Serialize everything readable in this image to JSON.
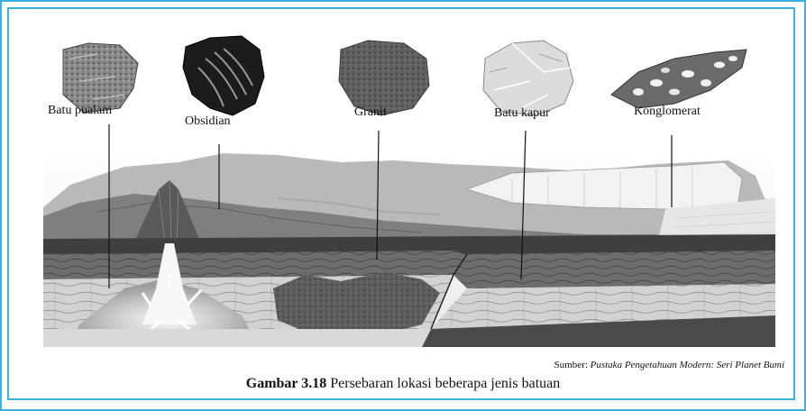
{
  "figure": {
    "labels": {
      "batu_pualam": "Batu pualam",
      "obsidian": "Obsidian",
      "granit": "Granit",
      "batu_kapur": "Batu kapur",
      "konglomerat": "Konglomerat"
    },
    "source_prefix": "Sumber:",
    "source_title": "Pustaka Pengetahuan Modern: Seri Planet Bumi",
    "caption_number": "Gambar 3.18",
    "caption_text": "Persebaran lokasi beberapa  jenis batuan"
  },
  "colors": {
    "frame": "#3bb0e0"
  },
  "icons": [
    "marble-rock-icon",
    "obsidian-rock-icon",
    "granite-rock-icon",
    "limestone-rock-icon",
    "conglomerate-rock-icon"
  ]
}
